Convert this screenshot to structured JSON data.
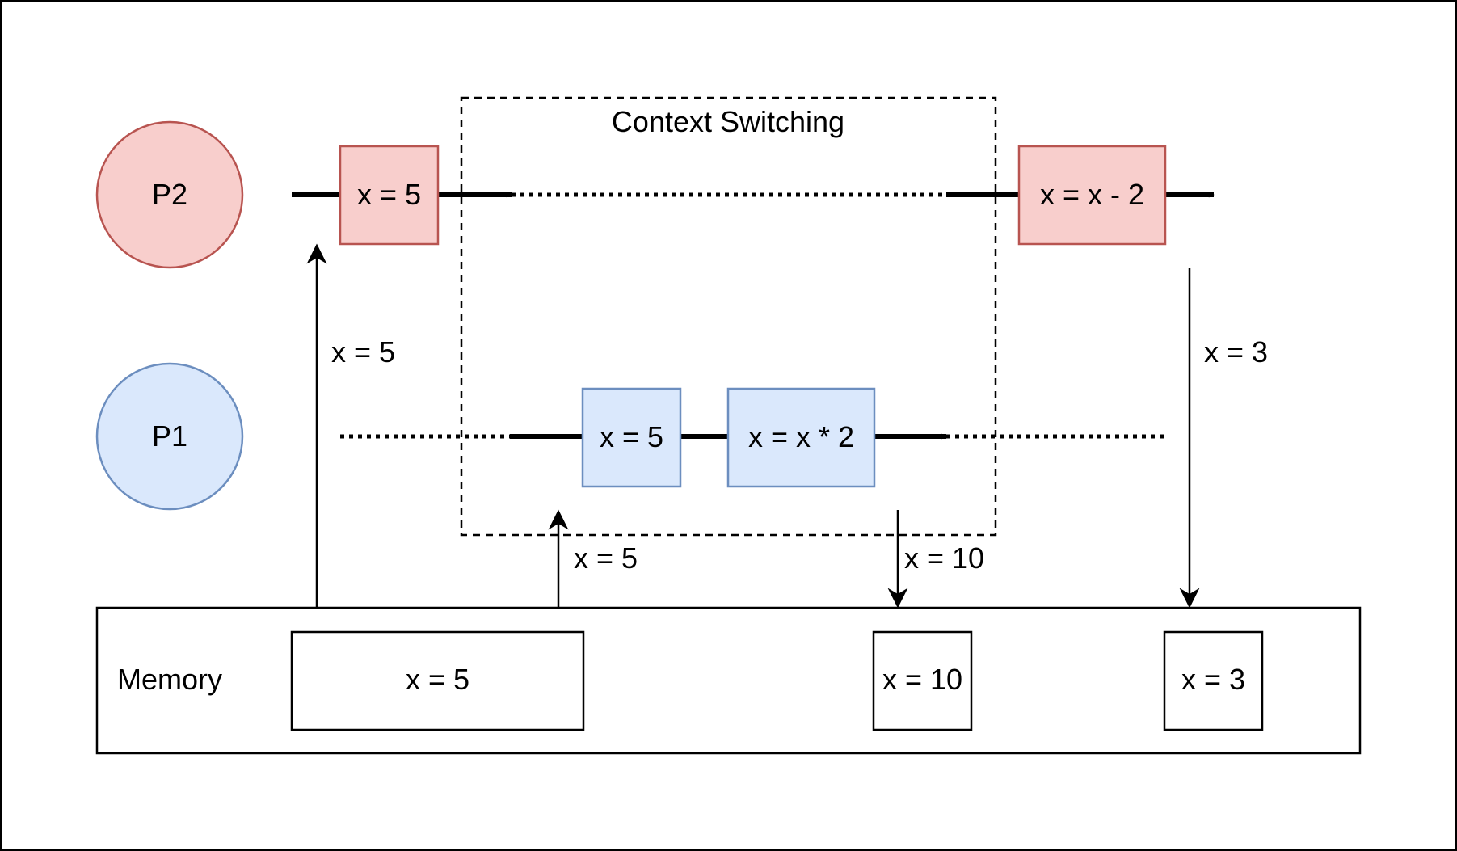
{
  "processes": {
    "p2": {
      "label": "P2"
    },
    "p1": {
      "label": "P1"
    }
  },
  "context_switch": {
    "title": "Context Switching"
  },
  "p2_ops": {
    "first": "x = 5",
    "second": "x = x - 2"
  },
  "p1_ops": {
    "first": "x = 5",
    "second": "x = x * 2"
  },
  "transfers": {
    "read_p2": "x = 5",
    "read_p1": "x = 5",
    "write_p1": "x = 10",
    "write_p2": "x = 3"
  },
  "memory": {
    "label": "Memory",
    "cells": [
      "x = 5",
      "x = 10",
      "x = 3"
    ]
  },
  "colors": {
    "p2_fill": "#f8cecc",
    "p2_stroke": "#b85450",
    "p1_fill": "#dae8fc",
    "p1_stroke": "#6c8ebf"
  }
}
